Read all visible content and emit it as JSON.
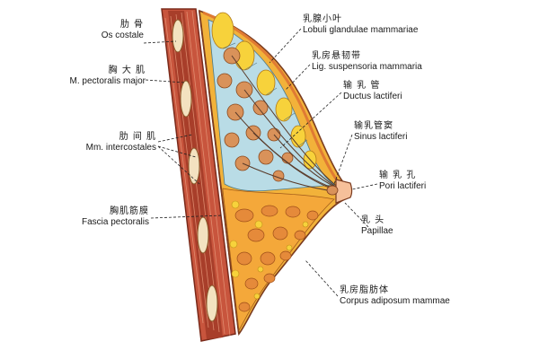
{
  "labels": {
    "os_costale": {
      "zh": "肋 骨",
      "la": "Os costale"
    },
    "pectoralis_major": {
      "zh": "胸 大 肌",
      "la": "M. pectoralis major"
    },
    "intercostales": {
      "zh": "肋 间 肌",
      "la": "Mm. intercostales"
    },
    "fascia_pectoralis": {
      "zh": "胸肌筋膜",
      "la": "Fascia pectoralis"
    },
    "lobuli": {
      "zh": "乳腺小叶",
      "la": "Lobuli glandulae mammariae"
    },
    "suspensoria": {
      "zh": "乳房悬韧带",
      "la": "Lig. suspensoria mammaria"
    },
    "ductus": {
      "zh": "输 乳 管",
      "la": "Ductus lactiferi"
    },
    "sinus": {
      "zh": "输乳管窦",
      "la": "Sinus lactiferi"
    },
    "pori": {
      "zh": "输 乳 孔",
      "la": "Pori lactiferi"
    },
    "papillae": {
      "zh": "乳 头",
      "la": "Papillae"
    },
    "corpus": {
      "zh": "乳房脂肪体",
      "la": "Corpus adiposum mammae"
    }
  },
  "colors": {
    "muscle": "#c8553d",
    "muscle_dark": "#8e2d1f",
    "skin_fat": "#f2b23a",
    "fat_lobule": "#f7d23b",
    "gland_bg": "#b9dce6",
    "gland_lobule": "#d9925a",
    "rib": "#f3e2c0",
    "outline": "#7a3b1f"
  }
}
